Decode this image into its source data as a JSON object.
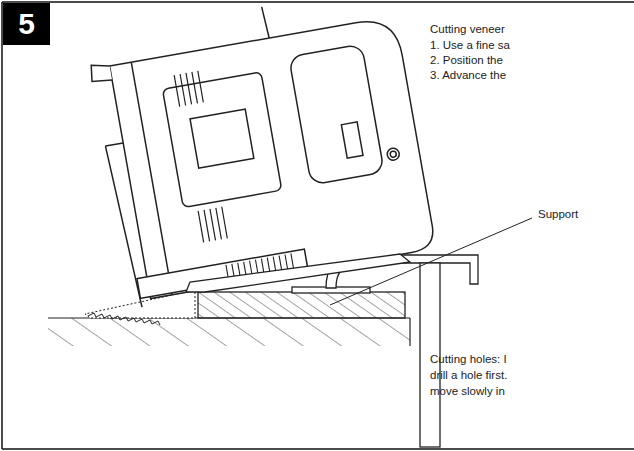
{
  "diagram": {
    "nodes": [
      {
        "text": [
          "5"
        ]
      }
    ],
    "edges": [],
    "labels": [
      "Cutting veneer",
      "1. Use a fine sa",
      "2. Position the",
      "3. Advance the",
      "Support",
      "Cutting holes: I",
      "drill a hole first.",
      "move slowly in"
    ]
  }
}
